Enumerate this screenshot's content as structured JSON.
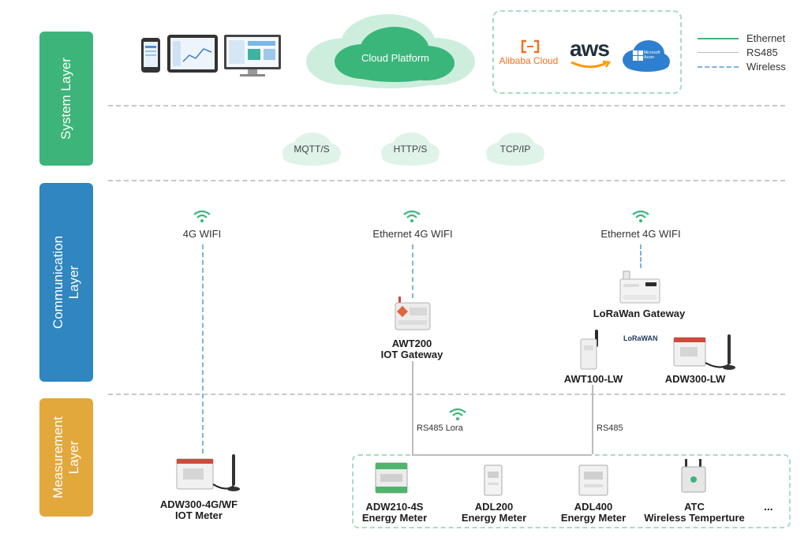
{
  "layers": {
    "system": "System Layer",
    "communication": "Communication\nLayer",
    "measurement": "Measurement\nLayer"
  },
  "cloud_platform": "Cloud Platform",
  "providers": {
    "alibaba": "Alibaba Cloud",
    "aws": "aws",
    "azure": "Microsoft Azure"
  },
  "legend": {
    "ethernet": "Ethernet",
    "rs485": "RS485",
    "wireless": "Wireless"
  },
  "protocols": [
    "MQTT/S",
    "HTTP/S",
    "TCP/IP"
  ],
  "links": {
    "left": "4G WIFI",
    "center": "Ethernet 4G WIFI",
    "right": "Ethernet 4G WIFI"
  },
  "gateways": {
    "lorawan": "LoRaWan Gateway",
    "lorawan_logo": "LoRaWAN",
    "awt200_line1": "AWT200",
    "awt200_line2": "IOT Gateway",
    "awt100": "AWT100-LW",
    "adw300lw": "ADW300-LW"
  },
  "bus_labels": {
    "center": "RS485  Lora",
    "right": "RS485"
  },
  "meters": {
    "adw300_line1": "ADW300-4G/WF",
    "adw300_line2": "IOT Meter",
    "adw210_line1": "ADW210-4S",
    "adw210_line2": "Energy Meter",
    "adl200_line1": "ADL200",
    "adl200_line2": "Energy Meter",
    "adl400_line1": "ADL400",
    "adl400_line2": "Energy Meter",
    "atc_line1": "ATC",
    "atc_line2": "Wireless Temperture",
    "more": "..."
  },
  "colors": {
    "ethernet": "#3db57a",
    "rs485": "#bbbbbb",
    "wireless": "#7fb2e0",
    "system": "#3db57a",
    "communication": "#2f86c0",
    "measurement": "#e3a83c"
  }
}
